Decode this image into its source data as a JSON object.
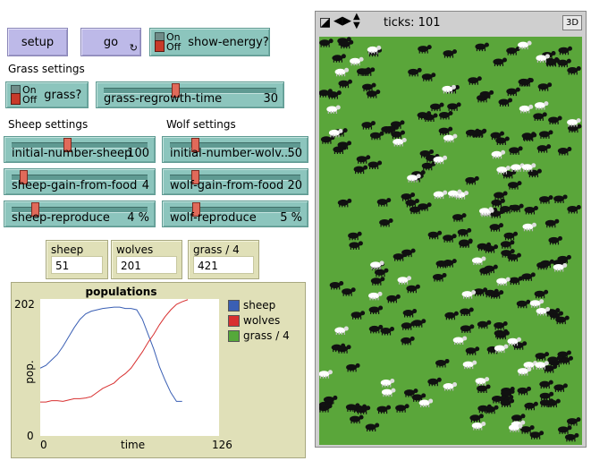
{
  "buttons": {
    "setup": "setup",
    "go": "go",
    "go_forever_glyph": "↻"
  },
  "switches": {
    "on": "On",
    "off": "Off",
    "show_energy": "show-energy?",
    "grass": "grass?"
  },
  "sections": {
    "grass": "Grass settings",
    "sheep": "Sheep settings",
    "wolf": "Wolf settings"
  },
  "sliders": {
    "grass_regrowth": {
      "label": "grass-regrowth-time",
      "value": "30",
      "fraction": 0.41
    },
    "initial_sheep": {
      "label": "initial-number-sheep",
      "value": "100",
      "fraction": 0.4
    },
    "sheep_gain": {
      "label": "sheep-gain-from-food",
      "value": "4",
      "fraction": 0.06
    },
    "sheep_reproduce": {
      "label": "sheep-reproduce",
      "value": "4 %",
      "fraction": 0.15
    },
    "initial_wolves": {
      "label": "initial-number-wolv...",
      "value": "50",
      "fraction": 0.17
    },
    "wolf_gain": {
      "label": "wolf-gain-from-food",
      "value": "20",
      "fraction": 0.17
    },
    "wolf_reproduce": {
      "label": "wolf-reproduce",
      "value": "5 %",
      "fraction": 0.18
    }
  },
  "monitors": [
    {
      "label": "sheep",
      "value": "51"
    },
    {
      "label": "wolves",
      "value": "201"
    },
    {
      "label": "grass / 4",
      "value": "421"
    }
  ],
  "plot": {
    "title": "populations",
    "ylabel": "pop.",
    "xlabel": "time",
    "ymax_label": "202",
    "ymin_label": "0",
    "xmin_label": "0",
    "xmax_label": "126"
  },
  "view": {
    "ticks_label": "ticks: 101",
    "btn3d": "3D",
    "background": "#5aa63a"
  },
  "colors": {
    "sheep_series": "#3a5fb4",
    "wolves_series": "#d83030",
    "grass_series": "#55a83a"
  },
  "chart_data": {
    "type": "line",
    "title": "populations",
    "xlabel": "time",
    "ylabel": "pop.",
    "xlim": [
      0,
      126
    ],
    "ylim": [
      0,
      202
    ],
    "series": [
      {
        "name": "sheep",
        "x": [
          0,
          4,
          8,
          12,
          16,
          20,
          24,
          28,
          32,
          36,
          40,
          44,
          48,
          52,
          56,
          60,
          64,
          68,
          72,
          76,
          80,
          84,
          88,
          92,
          96,
          100
        ],
        "values": [
          100,
          104,
          112,
          120,
          132,
          146,
          160,
          172,
          180,
          184,
          186,
          188,
          189,
          190,
          190,
          188,
          188,
          186,
          172,
          150,
          128,
          102,
          82,
          64,
          51,
          51
        ]
      },
      {
        "name": "wolves",
        "x": [
          0,
          4,
          8,
          12,
          16,
          20,
          24,
          28,
          32,
          36,
          40,
          44,
          48,
          52,
          56,
          60,
          64,
          68,
          72,
          76,
          80,
          84,
          88,
          92,
          96,
          100,
          104
        ],
        "values": [
          50,
          50,
          52,
          52,
          51,
          53,
          55,
          55,
          56,
          58,
          64,
          70,
          74,
          78,
          86,
          92,
          100,
          112,
          124,
          138,
          150,
          164,
          176,
          186,
          194,
          198,
          201
        ]
      },
      {
        "name": "grass / 4",
        "x": [],
        "values": []
      }
    ]
  }
}
